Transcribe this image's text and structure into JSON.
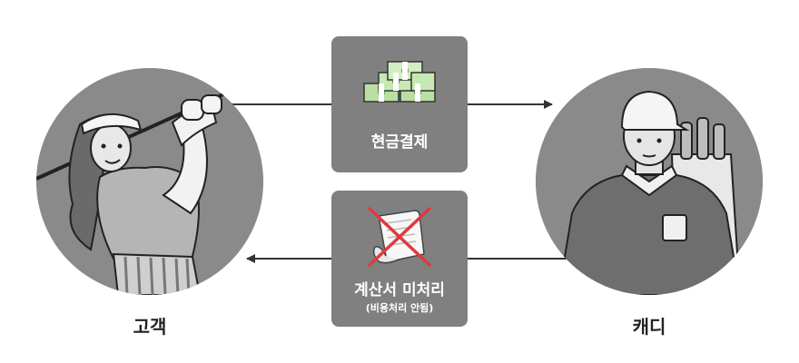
{
  "nodes": {
    "customer": {
      "label": "고객"
    },
    "caddy": {
      "label": "캐디"
    }
  },
  "flows": {
    "cash_payment": {
      "label": "현금결제",
      "icon": "cash-stack-icon",
      "direction": "customer-to-caddy"
    },
    "invoice": {
      "label": "계산서 미처리",
      "sublabel": "(비용처리 안됨)",
      "icon": "crossed-receipt-icon",
      "direction": "caddy-to-customer"
    }
  },
  "colors": {
    "box": "#808080",
    "circle": "#8a8a8a",
    "line": "#333333",
    "cross": "#e0393e",
    "money": "#b9dfa3"
  }
}
